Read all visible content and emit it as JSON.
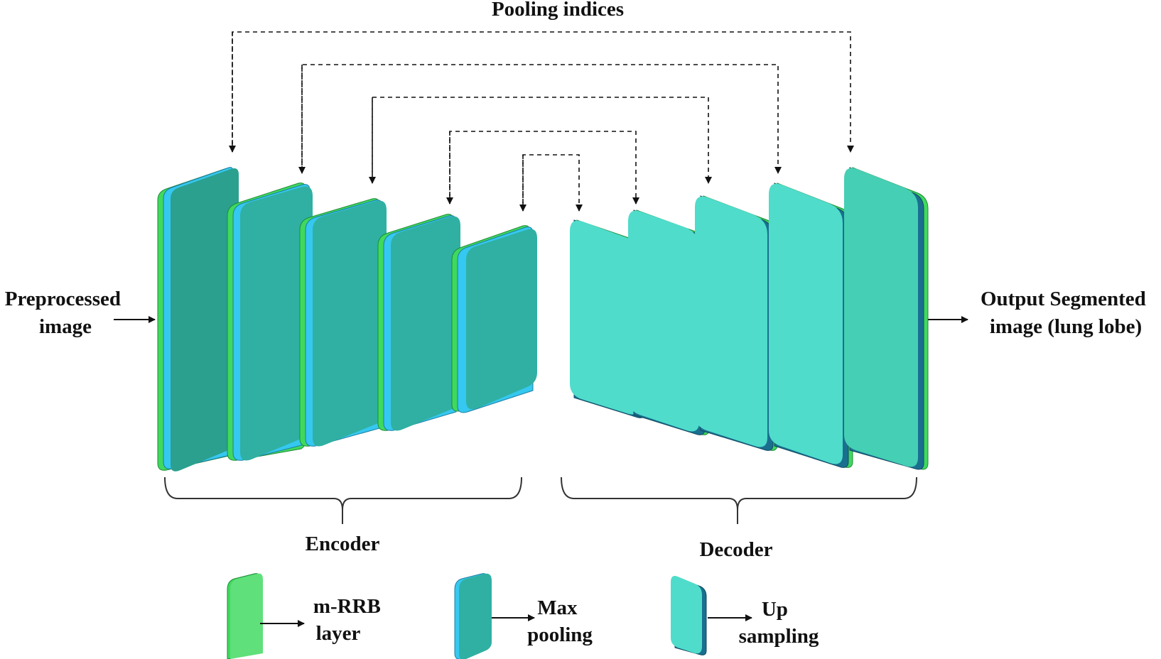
{
  "title": "Pooling indices",
  "input_label": [
    "Preprocessed",
    "image"
  ],
  "output_label": [
    "Output Segmented",
    "image (lung lobe)"
  ],
  "encoder_label": "Encoder",
  "decoder_label": "Decoder",
  "legend": [
    {
      "name": "mrrb",
      "lines": [
        "m-RRB",
        "layer"
      ]
    },
    {
      "name": "maxpool",
      "lines": [
        "Max",
        "pooling"
      ]
    },
    {
      "name": "upsample",
      "lines": [
        "Up",
        "sampling"
      ]
    }
  ],
  "colors": {
    "encoder_face": "#2fb0a3",
    "encoder_face_first": "#2ba08f",
    "decoder_face": "#4fdccb",
    "decoder_face_last": "#45cfb5",
    "mrrb_layer": "#3fd95e",
    "maxpool_layer": "#35c8f0",
    "upsample_layer": "#1a6f8f",
    "arrow": "#111111"
  }
}
